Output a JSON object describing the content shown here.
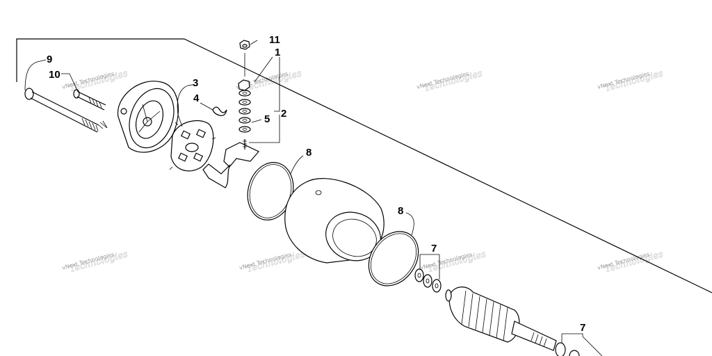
{
  "callouts": {
    "c1": "1",
    "c2": "2",
    "c3": "3",
    "c4": "4",
    "c5": "5",
    "c7a": "7",
    "c7b": "7",
    "c8a": "8",
    "c8b": "8",
    "c9": "9",
    "c10": "10",
    "c11": "11"
  },
  "watermark": {
    "line1": "vNext Technologies",
    "line2": "Technologies"
  },
  "colors": {
    "ink": "#000000",
    "watermark": "#9a9a9a",
    "background": "#ffffff"
  }
}
